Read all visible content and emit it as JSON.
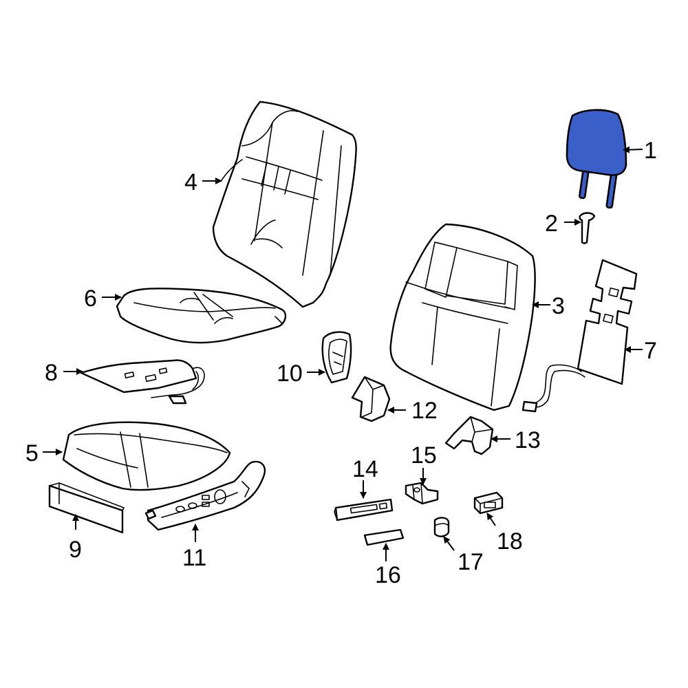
{
  "diagram": {
    "highlight_color": "#3a5fc8",
    "highlighted_part": "1",
    "callouts": [
      {
        "id": "1",
        "label": "1"
      },
      {
        "id": "2",
        "label": "2"
      },
      {
        "id": "3",
        "label": "3"
      },
      {
        "id": "4",
        "label": "4"
      },
      {
        "id": "5",
        "label": "5"
      },
      {
        "id": "6",
        "label": "6"
      },
      {
        "id": "7",
        "label": "7"
      },
      {
        "id": "8",
        "label": "8"
      },
      {
        "id": "9",
        "label": "9"
      },
      {
        "id": "10",
        "label": "10"
      },
      {
        "id": "11",
        "label": "11"
      },
      {
        "id": "12",
        "label": "12"
      },
      {
        "id": "13",
        "label": "13"
      },
      {
        "id": "14",
        "label": "14"
      },
      {
        "id": "15",
        "label": "15"
      },
      {
        "id": "16",
        "label": "16"
      },
      {
        "id": "17",
        "label": "17"
      },
      {
        "id": "18",
        "label": "18"
      }
    ]
  }
}
